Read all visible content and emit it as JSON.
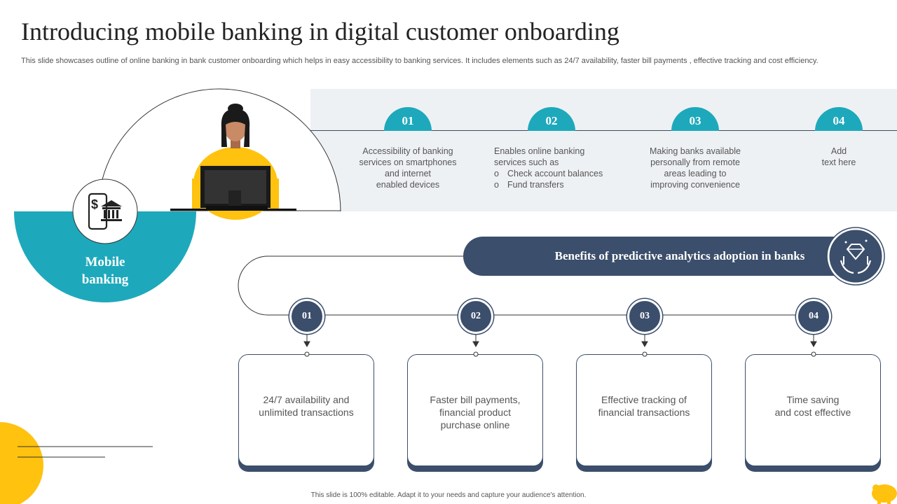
{
  "header": {
    "title": "Introducing mobile banking in digital customer onboarding",
    "subtitle": "This slide showcases outline of online banking in bank customer onboarding which helps in easy accessibility to banking services. It includes elements such as 24/7 availability, faster bill payments , effective tracking and cost efficiency."
  },
  "hero": {
    "label_line1": "Mobile",
    "label_line2": "banking",
    "icon": "mobile-bank-icon",
    "illustration": "woman-at-computer"
  },
  "features": [
    {
      "num": "01",
      "lines": [
        "Accessibility of banking",
        "services on smartphones",
        "and internet",
        "enabled devices"
      ]
    },
    {
      "num": "02",
      "lines": [
        "Enables online banking",
        "services such as"
      ],
      "bullets": [
        "Check account balances",
        "Fund transfers"
      ]
    },
    {
      "num": "03",
      "lines": [
        "Making banks available",
        "personally from remote",
        "areas leading to",
        "improving convenience"
      ]
    },
    {
      "num": "04",
      "lines": [
        "Add",
        "text here"
      ]
    }
  ],
  "benefits": {
    "title": "Benefits of predictive analytics adoption in banks",
    "icon": "diamond-hands-icon",
    "items": [
      {
        "num": "01",
        "lines": [
          "24/7 availability and",
          "unlimited transactions"
        ]
      },
      {
        "num": "02",
        "lines": [
          "Faster bill payments,",
          "financial product",
          "purchase online"
        ]
      },
      {
        "num": "03",
        "lines": [
          "Effective tracking of",
          "financial transactions"
        ]
      },
      {
        "num": "04",
        "lines": [
          "Time saving",
          "and cost effective"
        ]
      }
    ]
  },
  "footer": {
    "text": "This slide is 100% editable. Adapt it to your needs and capture your audience's attention."
  },
  "colors": {
    "teal": "#1da9bb",
    "navy": "#3b4e6b",
    "yellow": "#ffc20e",
    "band": "#eef1f4"
  }
}
